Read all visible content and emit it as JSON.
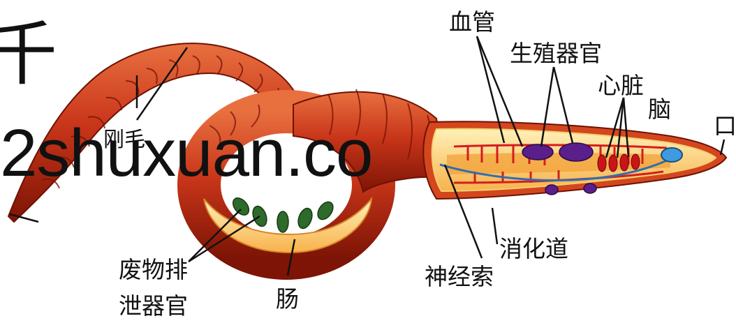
{
  "labels": {
    "blood_vessel": "血管",
    "reproductive_organ": "生殖器官",
    "heart": "心脏",
    "brain": "脑",
    "mouth": "口",
    "digestive_tract": "消化道",
    "nerve_cord": "神经索",
    "excretory_organ_line1": "废物排",
    "excretory_organ_line2": "泄器官",
    "intestine": "肠",
    "setae": "刚毛"
  },
  "watermark": {
    "text": "2shuxuan.co",
    "top_glyph": "千"
  },
  "colors": {
    "body_dark": "#8e1a07",
    "body_main": "#c9361a",
    "body_light": "#e8703f",
    "interior": "#fbc86a",
    "interior_light": "#fff1b8",
    "vessel": "#d51d1d",
    "organ": "#5a1f8a",
    "nerve": "#2f6fb0",
    "brain": "#3f9be0",
    "nephridia": "#2e6a2a"
  }
}
